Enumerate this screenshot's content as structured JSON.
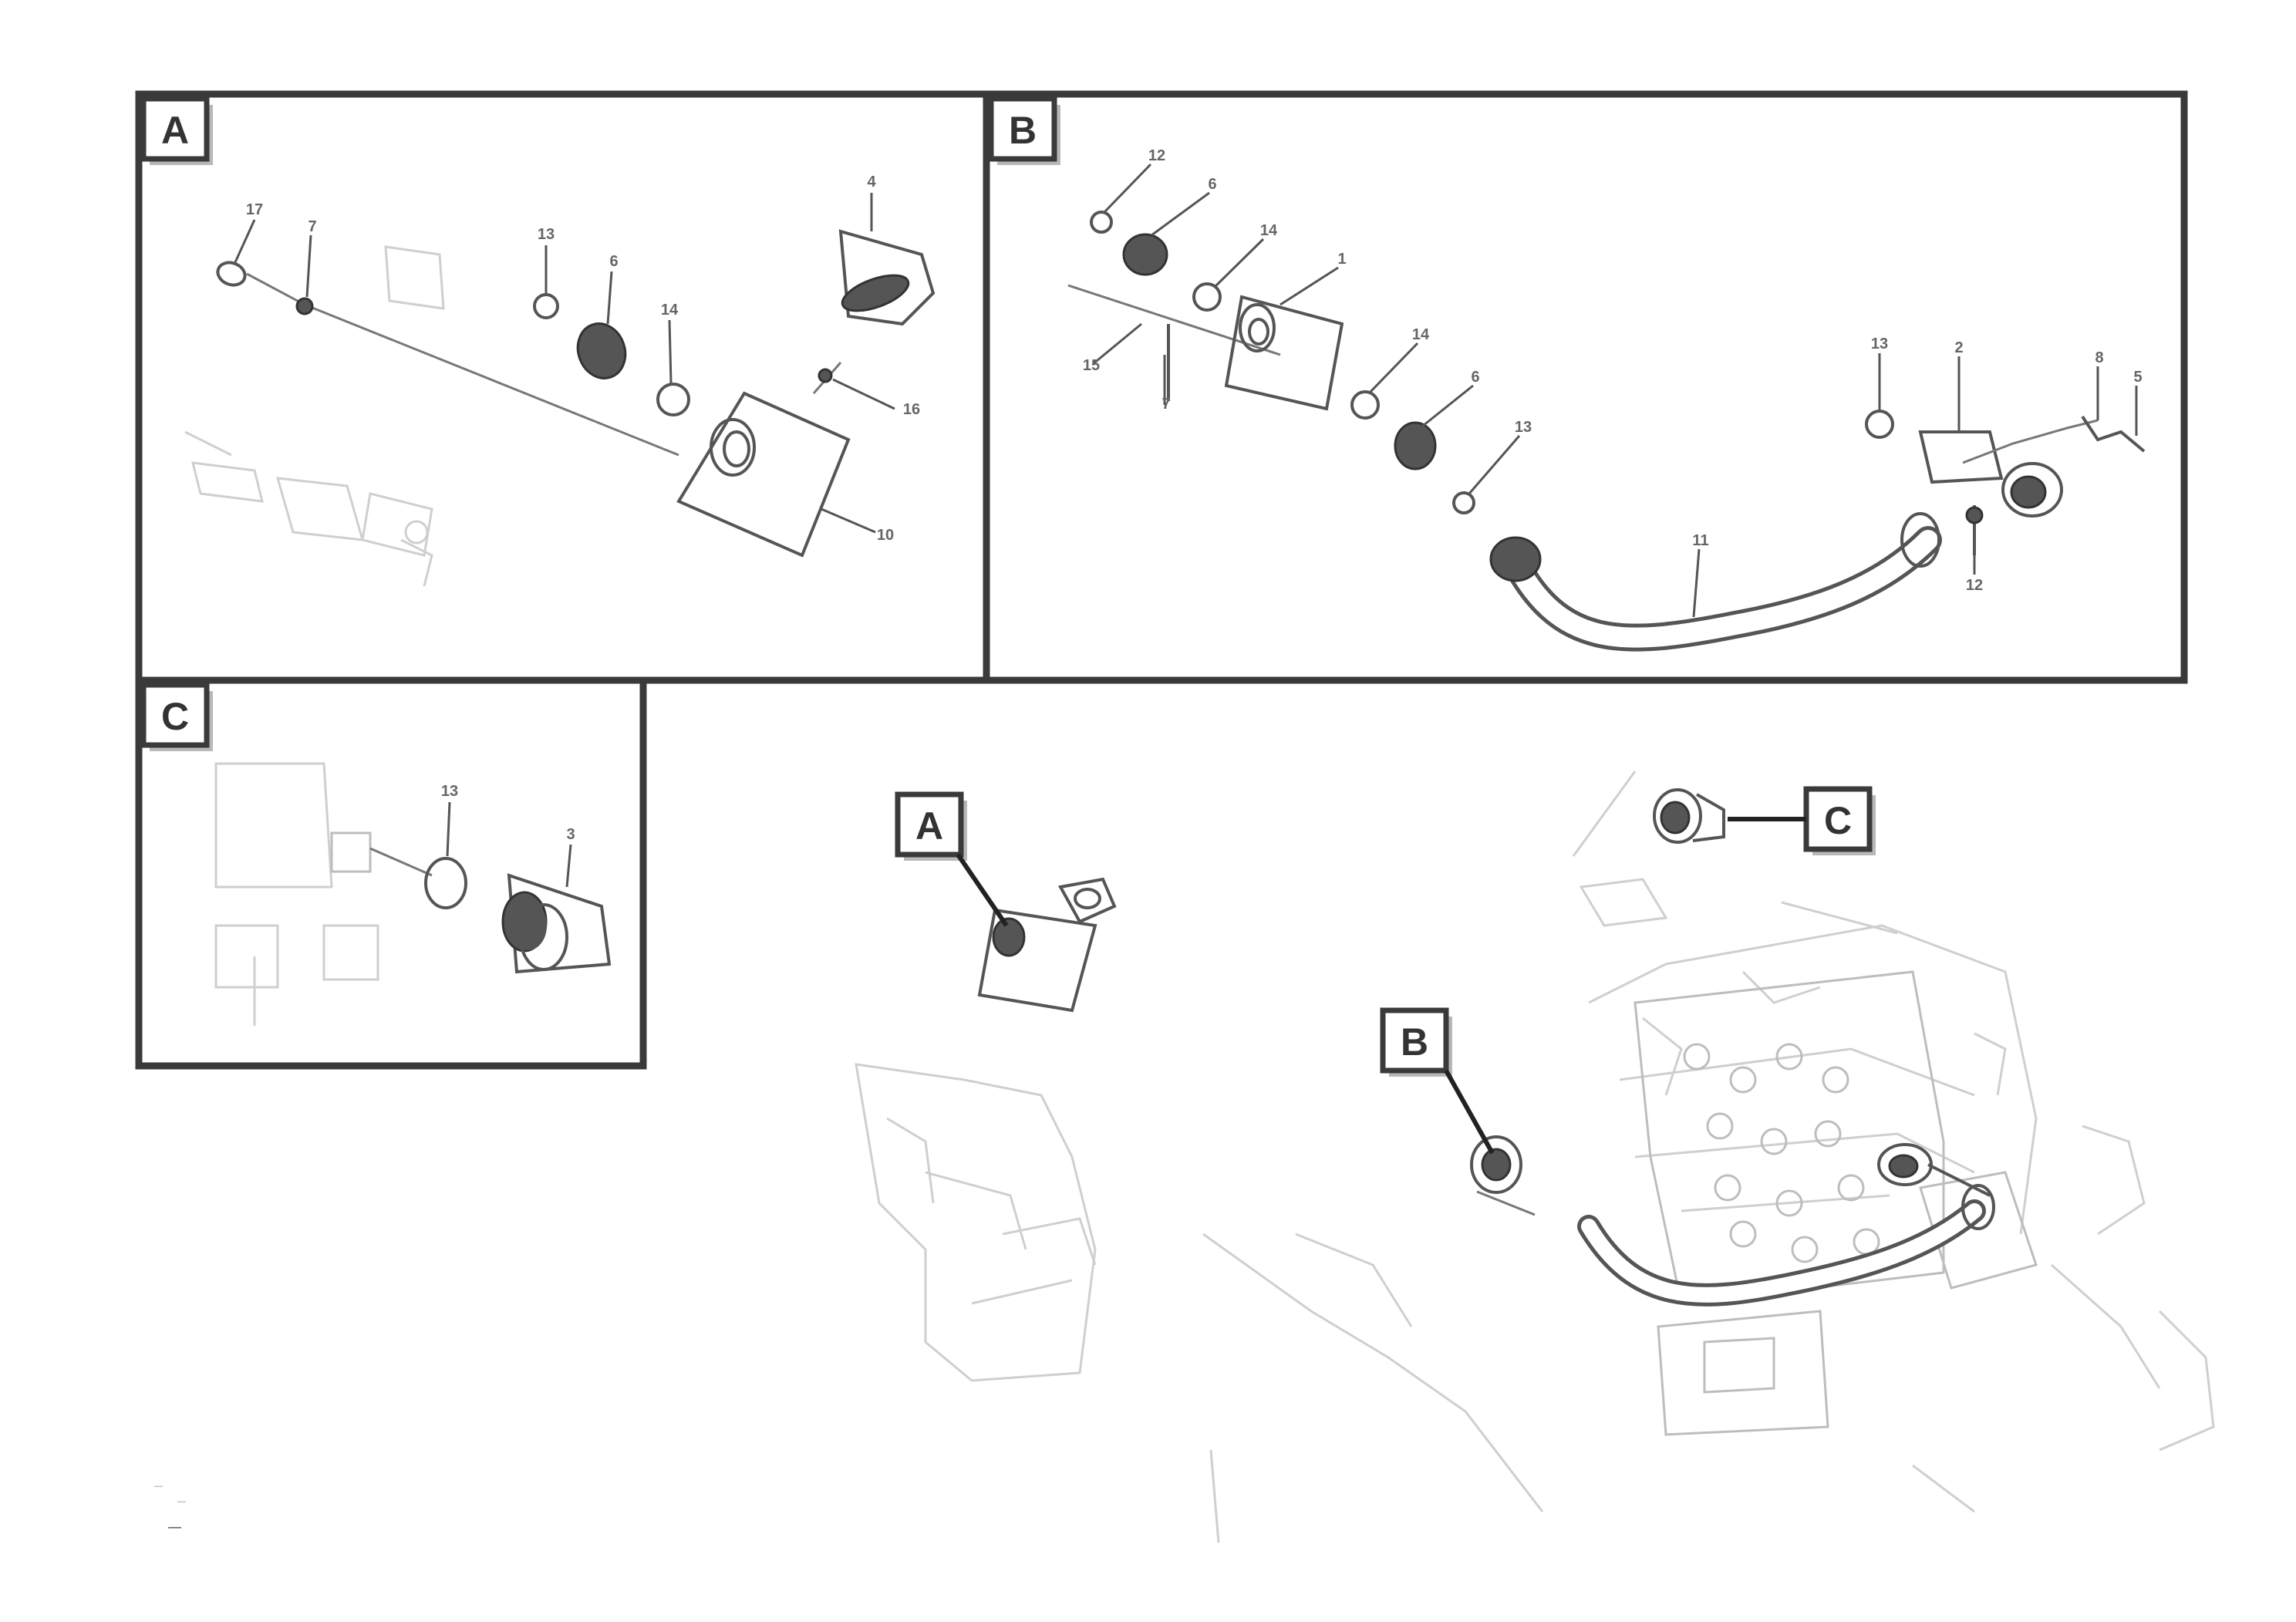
{
  "views": [
    {
      "id": "A",
      "label": "A"
    },
    {
      "id": "B",
      "label": "B"
    },
    {
      "id": "C",
      "label": "C"
    }
  ],
  "location_tags": {
    "a": "A",
    "b": "B",
    "c": "C"
  },
  "callouts_a": [
    "17",
    "7",
    "13",
    "6",
    "14",
    "4",
    "16",
    "10"
  ],
  "callouts_b": [
    "12",
    "6",
    "14",
    "1",
    "15",
    "7",
    "14",
    "6",
    "13",
    "11",
    "13",
    "2",
    "8",
    "5",
    "12"
  ],
  "callouts_c": [
    "13",
    "3"
  ],
  "footer": {
    "line1": "—",
    "line2": "—",
    "drawing_id": "—"
  },
  "colors": {
    "line": "#555555",
    "frame": "#3a3a3a",
    "ghost": "#cfcfcf",
    "background": "#ffffff"
  }
}
